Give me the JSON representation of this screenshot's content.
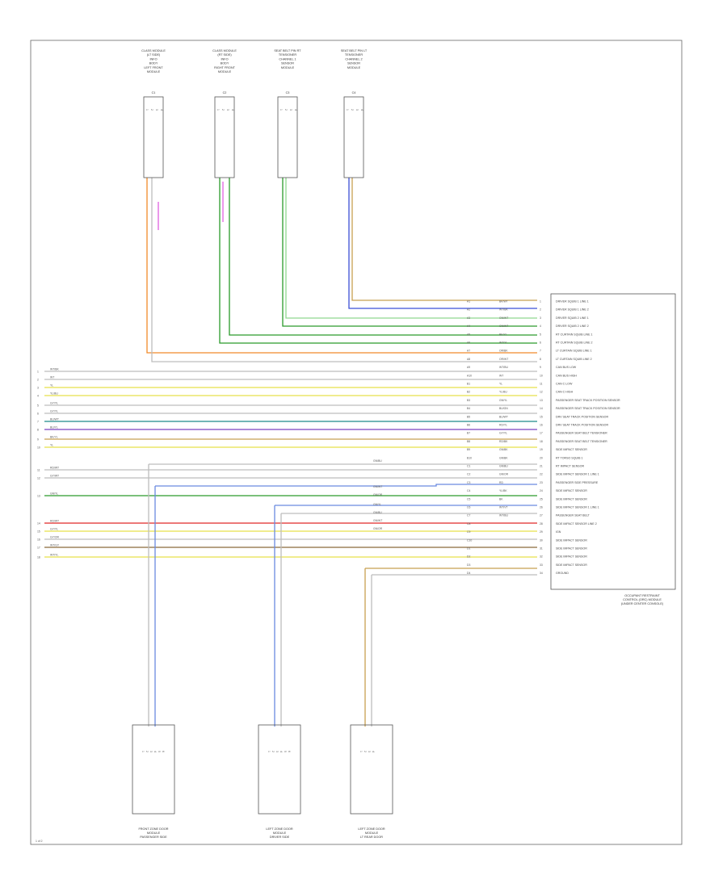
{
  "diagram_id": "1 of 2",
  "colors": {
    "black": "#444444",
    "white": "#bdbdbd",
    "green": "#2a9a2a",
    "blue": "#3b4fd6",
    "orange": "#f08a2a",
    "yellow": "#e8e04a",
    "pink": "#e060e0",
    "teal": "#1f8a8a",
    "red": "#e02828",
    "tan": "#c8a050",
    "ltgreen": "#8fd88f",
    "brown": "#8a6a3a",
    "violet": "#7a40c0",
    "ltblue": "#6a8ae0"
  },
  "top_modules": [
    {
      "id": "m1",
      "lines": [
        "CLASS MODULE",
        "(LT SIDE)",
        "INFO",
        "BODY",
        "LEFT FRONT",
        "MODULE"
      ],
      "pins": [
        "1",
        "2",
        "3",
        "4"
      ],
      "ref": "C1"
    },
    {
      "id": "m2",
      "lines": [
        "CLASS MODULE",
        "(RT SIDE)",
        "INFO",
        "BODY",
        "RIGHT FRONT",
        "MODULE"
      ],
      "pins": [
        "1",
        "2",
        "3",
        "4"
      ],
      "ref": "C2"
    },
    {
      "id": "m3",
      "lines": [
        "SEAT BELT PIN RT",
        "TENSIONER",
        "CHANNEL 1",
        "SENSOR",
        "MODULE"
      ],
      "pins": [
        "1",
        "2",
        "3",
        "4"
      ],
      "ref": "C3"
    },
    {
      "id": "m4",
      "lines": [
        "SEAT BELT PIN LT",
        "TENSIONER",
        "CHANNEL 2",
        "SENSOR",
        "MODULE"
      ],
      "pins": [
        "1",
        "2",
        "3",
        "4"
      ],
      "ref": "C4"
    }
  ],
  "bottom_modules": [
    {
      "id": "b1",
      "lines": [
        "FRONT ZONE DOOR",
        "MODULE",
        "PASSENGER SIDE"
      ],
      "pins": [
        "1",
        "2",
        "3",
        "4",
        "5",
        "6"
      ]
    },
    {
      "id": "b2",
      "lines": [
        "LEFT ZONE DOOR",
        "MODULE",
        "DRIVER SIDE"
      ],
      "pins": [
        "1",
        "2",
        "3",
        "4",
        "5",
        "6"
      ]
    },
    {
      "id": "b3",
      "lines": [
        "LEFT ZONE DOOR",
        "MODULE",
        "LT REAR DOOR"
      ],
      "pins": [
        "1",
        "2",
        "3",
        "4"
      ]
    }
  ],
  "main_module": {
    "title_lines": [
      "OCCUPANT RESTRAINT",
      "CONTROL (ORC) MODULE",
      "(UNDER CENTER CONSOLE)"
    ],
    "pin_labels": [
      "DRIVER SQUIB 1 LINE 1",
      "DRIVER SQUIB 1 LINE 2",
      "DRIVER SQUIB 2 LINE 1",
      "DRIVER SQUIB 2 LINE 2",
      "RT CURTAIN SQUIB LINE 1",
      "RT CURTAIN SQUIB LINE 2",
      "LT CURTAIN SQUIB LINE 1",
      "LT CURTAIN SQUIB LINE 2",
      "CAN BUS LOW",
      "CAN BUS HIGH",
      "CAN C LOW",
      "CAN C HIGH",
      "PASSENGER SEAT TRACK POSITION SENSOR",
      "PASSENGER SEAT TRACK POSITION SENSOR",
      "DRV SEAT TRACK POSITION SENSOR",
      "DRV SEAT TRACK POSITION SENSOR",
      "PASSENGER SEAT BELT TENSIONER",
      "PASSENGER SEAT BELT TENSIONER",
      "SIDE IMPACT SENSOR",
      "RT TORSO SQUIB 1",
      "RT IMPACT SENSOR",
      "SIDE IMPACT SENSOR 1 LINE 1",
      "PASSENGER SIDE PRESSURE",
      "SIDE IMPACT SENSOR",
      "SIDE IMPACT SENSOR",
      "SIDE IMPACT SENSOR 1 LINE 1",
      "PASSENGER SEAT BELT",
      "SIDE IMPACT SENSOR LINE 2",
      "IGN",
      "SIDE IMPACT SENSOR",
      "SIDE IMPACT SENSOR",
      "SIDE IMPACT SENSOR",
      "SIDE IMPACT SENSOR",
      "GROUND"
    ]
  },
  "wire_codes": [
    "BK/WT",
    "WT/BK",
    "GN/WT",
    "GN/WT",
    "BK/YL",
    "WT/YL",
    "OR/BK",
    "OR/WT",
    "WT/BU",
    "WT",
    "YL",
    "YL/BU",
    "GN/YL",
    "BU/GN",
    "BU/WT",
    "RD/YL",
    "GY/YL",
    "RD/BK",
    "GN/BK",
    "GN/BK",
    "GN/BU",
    "GN/OR",
    "RD",
    "YL/BK",
    "BK",
    "WT/VT",
    "WT/BU"
  ],
  "left_wire_labels": [
    "WT/BK",
    "WT",
    "YL",
    "YL/BU",
    "GY/YL",
    "GY/YL",
    "BU/WT",
    "BU/YL",
    "BK/YL",
    "YL",
    "RD/WT",
    "GY/WT",
    "GN/YL",
    "RD/WT",
    "GY/YL",
    "GY/OR",
    "WT/GY",
    "WT/YL"
  ],
  "left_pins": [
    "1",
    "2",
    "3",
    "4",
    "5",
    "6",
    "7",
    "8",
    "9",
    "10",
    "11",
    "12",
    "13",
    "14",
    "15",
    "16",
    "17",
    "18"
  ],
  "connector_pins_mid": [
    "A1",
    "A2",
    "A3",
    "A4",
    "A5",
    "A6",
    "A7",
    "A8",
    "A9",
    "A10",
    "B1",
    "B2",
    "B3",
    "B4",
    "B5",
    "B6",
    "B7",
    "B8",
    "B9",
    "B10",
    "C1",
    "C2",
    "C3",
    "C4",
    "C5",
    "C6",
    "C7",
    "C8",
    "C9",
    "C10",
    "D1",
    "D2",
    "D3",
    "D4"
  ],
  "right_pin_numbers": [
    "1",
    "2",
    "3",
    "4",
    "5",
    "6",
    "7",
    "8",
    "9",
    "10",
    "11",
    "12",
    "13",
    "14",
    "15",
    "16",
    "17",
    "18",
    "19",
    "20",
    "21",
    "22",
    "23",
    "24",
    "25",
    "26",
    "27",
    "28",
    "29",
    "30",
    "31",
    "32",
    "33",
    "34"
  ],
  "inline_labels": [
    "GN/BU",
    "GN/WT",
    "GN/OR",
    "GN/YL",
    "GN/BU",
    "GN/WT",
    "GN/OR"
  ]
}
